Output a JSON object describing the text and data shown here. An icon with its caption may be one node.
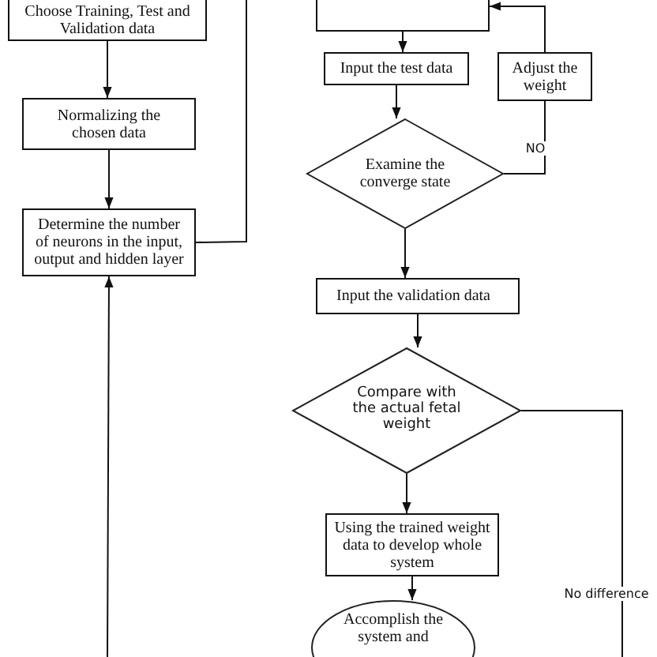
{
  "diagram": {
    "nodes": [
      {
        "text": [
          "Choose Training, Test  and Validation data"
        ]
      },
      {
        "text": [
          "Normalizing the chosen data"
        ]
      },
      {
        "text": [
          "Determine the number of neurons in the input, output and hidden layer"
        ]
      },
      {
        "text": [],
        "shape": "box"
      },
      {
        "text": [
          "Input the test data"
        ]
      },
      {
        "text": [
          "Examine the converge state"
        ]
      },
      {
        "text": [
          "Adjust the weight"
        ]
      },
      {
        "text": [
          "Input the validation data"
        ]
      },
      {
        "text": [
          "Compare with the actual fetal weight"
        ]
      },
      {
        "text": [
          "Using the trained weight data to develop whole system"
        ]
      },
      {
        "text": [
          "Accomplish the system and"
        ]
      }
    ],
    "edges": [
      {
        "from": 0,
        "to": 1,
        "arrow": "to"
      },
      {
        "from": 1,
        "to": 2,
        "arrow": "to"
      },
      {
        "from": 2,
        "to": null,
        "arrow": "none"
      },
      {
        "from": null,
        "to": 2,
        "arrow": "to"
      },
      {
        "from": 3,
        "to": 4,
        "arrow": "to"
      },
      {
        "from": 4,
        "to": 5,
        "arrow": "to"
      },
      {
        "from": 5,
        "to": 6,
        "arrow": "none",
        "label": "NO"
      },
      {
        "from": 6,
        "to": 3,
        "arrow": "to"
      },
      {
        "from": 5,
        "to": 7,
        "arrow": "to"
      },
      {
        "from": 7,
        "to": 8,
        "arrow": "to"
      },
      {
        "from": 8,
        "to": null,
        "arrow": "none",
        "label": "No difference"
      },
      {
        "from": 8,
        "to": 9,
        "arrow": "to"
      },
      {
        "from": 9,
        "to": 10,
        "arrow": "to"
      }
    ]
  }
}
